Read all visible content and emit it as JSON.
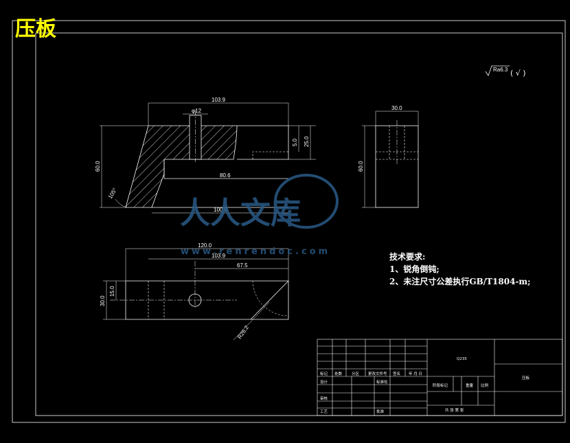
{
  "title": "压板",
  "roughness": {
    "symbol": "Ra6.3",
    "suffix": "( √ )"
  },
  "tech_notes": {
    "heading": "技术要求:",
    "line1": "1、锐角倒钝;",
    "line2": "2、未注尺寸公差执行GB/T1804-m;"
  },
  "front_view": {
    "d_top": "103.9",
    "d_hole": "φ12",
    "d_5": "5.0",
    "d_25": "25.0",
    "d_60": "60.0",
    "d_806": "80.6",
    "d_100": "100.0",
    "d_angle": "105°"
  },
  "side_view": {
    "d_30": "30.0",
    "d_60": "60.0"
  },
  "top_view": {
    "d_120": "120.0",
    "d_1039": "103.9",
    "d_675": "67.5",
    "d_15": "15.0",
    "d_30": "30.0",
    "d_r": "R26.2"
  },
  "title_block": {
    "material": "Q235",
    "part_name": "压板",
    "h_mark": "标记",
    "h_count": "处数",
    "h_zone": "分区",
    "h_docno": "更改文件号",
    "h_sign": "签名",
    "h_date": "年 月 日",
    "design": "设计",
    "standard": "标准化",
    "stage": "阶段标记",
    "weight": "重量",
    "scale": "比例",
    "review": "审核",
    "process": "工艺",
    "approve": "批准",
    "sheets": "共  张  第  张"
  },
  "watermark": {
    "text": "人人文库",
    "url": "www.renrendoc.com"
  }
}
